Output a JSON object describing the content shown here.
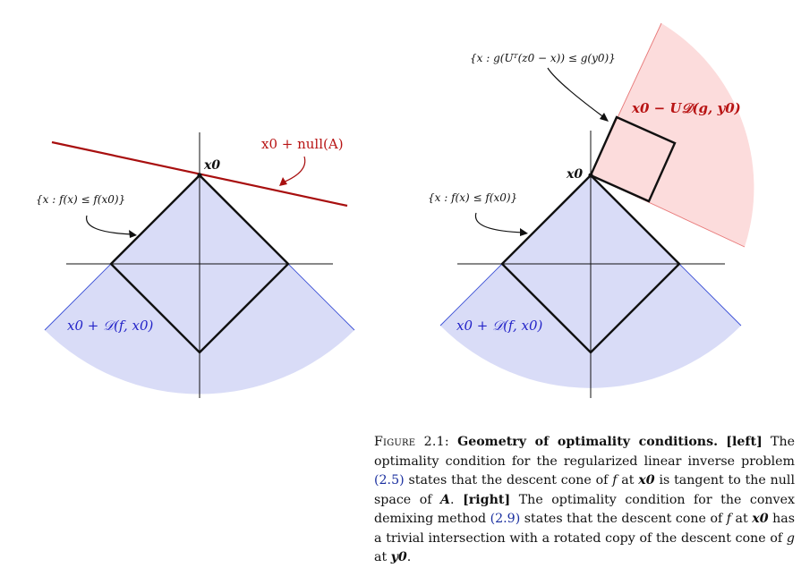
{
  "figure": {
    "left_panel": {
      "level_set_label": "{x : f(x) ≤ f(x0)}",
      "x0_label": "x0",
      "null_space_label": "x0 + null(A)",
      "descent_cone_label": "x0 + 𝒟(f, x0)"
    },
    "right_panel": {
      "level_set_label": "{x : f(x) ≤ f(x0)}",
      "x0_label": "x0",
      "rotated_level_set_label": "{x : g(Uᵀ(z0 − x)) ≤ g(y0)}",
      "rotated_cone_label": "x0 − U𝒟(g, y0)",
      "descent_cone_label": "x0 + 𝒟(f, x0)"
    },
    "colors": {
      "blue_cone_fill": "#d9dcf7",
      "blue_text": "#2323c8",
      "red_line": "#a80f0f",
      "red_text": "#b81414",
      "red_cone_fill": "#fcdcdc"
    }
  },
  "caption": {
    "label": "Figure 2.1:",
    "title": "Geometry of optimality conditions.",
    "left_tag": "[left]",
    "text_1": " The optimality condition for the regularized linear inverse problem ",
    "ref_1": "(2.5)",
    "text_2": " states that the descent cone of ",
    "f_1": "f",
    "text_3": " at ",
    "x0_1": "x0",
    "text_4": " is tangent to the null space of ",
    "A_sym": "A",
    "text_5": ". ",
    "right_tag": "[right]",
    "text_6": " The optimality condition for the convex demixing method ",
    "ref_2": "(2.9)",
    "text_7": " states that the descent cone of ",
    "f_2": "f",
    "text_8": " at ",
    "x0_2": "x0",
    "text_9": " has a trivial intersection with a rotated copy of the descent cone of ",
    "g_sym": "g",
    "text_10": " at ",
    "y0_sym": "y0",
    "text_11": "."
  }
}
